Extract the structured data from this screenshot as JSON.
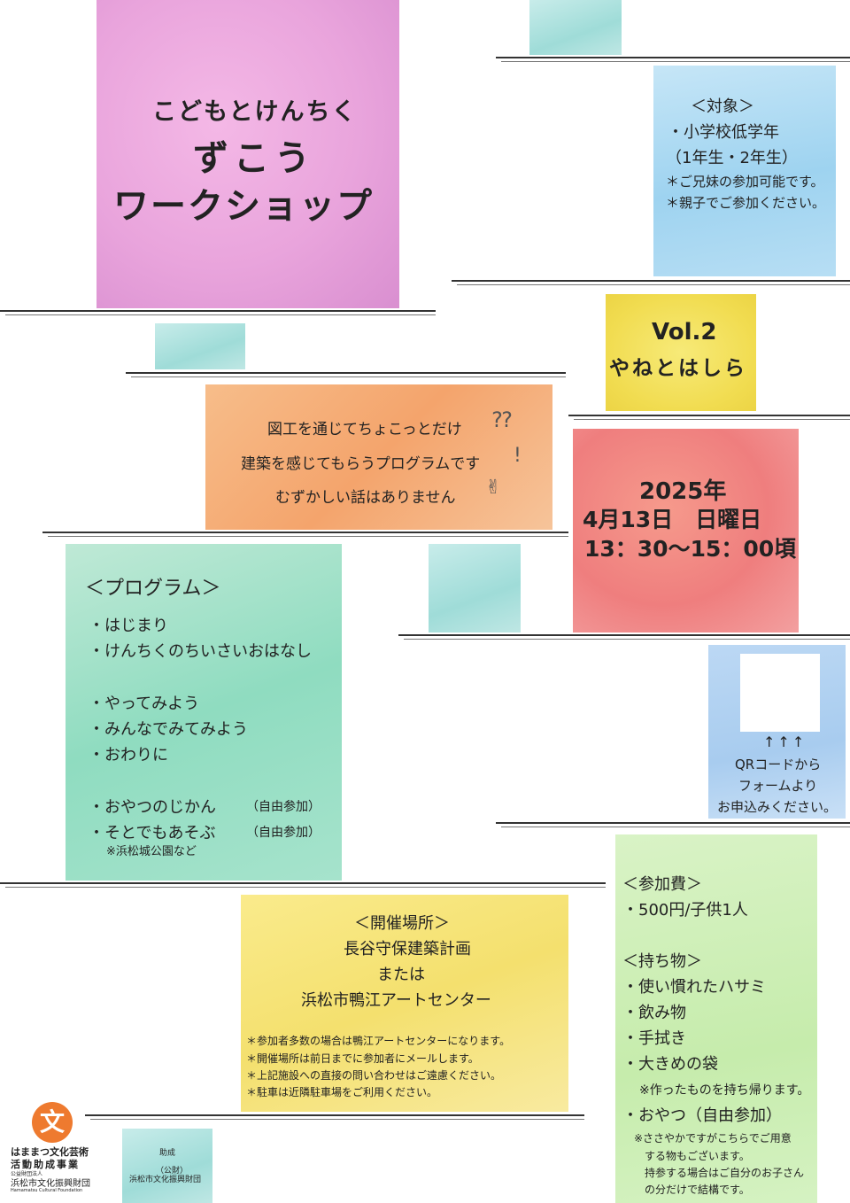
{
  "title": {
    "line1": "こどもとけんちく",
    "line2": "ずこう",
    "line3": "ワークショップ"
  },
  "target": {
    "heading": "＜対象＞",
    "line1": "・小学校低学年",
    "line2": "（1年生・2年生）",
    "note1": "＊ご兄妹の参加可能です。",
    "note2": "＊親子でご参加ください。"
  },
  "volume": {
    "label": "Vol.2",
    "subtitle": "やねとはしら"
  },
  "intro": {
    "line1": "図工を通じてちょこっとだけ",
    "line2": "建築を感じてもらうプログラムです",
    "line3": "むずかしい話はありません"
  },
  "datetime": {
    "year": "2025年",
    "date": "4月13日　日曜日",
    "time": "13：30〜15：00頃"
  },
  "program": {
    "heading": "＜プログラム＞",
    "items": [
      "・はじまり",
      "・けんちくのちいさいおはなし",
      "・やってみよう",
      "・みんなでみてみよう",
      "・おわりに",
      "・おやつのじかん",
      "・そとでもあそぶ"
    ],
    "free1": "（自由参加）",
    "free2": "（自由参加）",
    "note": "※浜松城公園など"
  },
  "qr": {
    "arrows": "↑↑↑",
    "line1": "QRコードから",
    "line2": "フォームより",
    "line3": "お申込みください。"
  },
  "venue": {
    "heading": "＜開催場所＞",
    "line1": "長谷守保建築計画",
    "line2": "または",
    "line3": "浜松市鴨江アートセンター",
    "notes": [
      "＊参加者多数の場合は鴨江アートセンターになります。",
      "＊開催場所は前日までに参加者にメールします。",
      "＊上記施設への直接の問い合わせはご遠慮ください。",
      "＊駐車は近隣駐車場をご利用ください。"
    ]
  },
  "fee": {
    "heading": "＜参加費＞",
    "value": "・500円/子供1人",
    "bring_heading": "＜持ち物＞",
    "bring": [
      "・使い慣れたハサミ",
      "・飲み物",
      "・手拭き",
      "・大きめの袋"
    ],
    "bring_note": "※作ったものを持ち帰ります。",
    "snack": "・おやつ（自由参加）",
    "snack_notes": [
      "※ささやかですがこちらでご用意",
      "　する物もございます。",
      "　持参する場合はご自分のお子さん",
      "　の分だけで結構です。"
    ]
  },
  "footer": {
    "logo_line1": "はままつ文化芸術",
    "logo_line2": "活動助成事業",
    "logo_small": "公益財団法人",
    "logo_org": "浜松市文化振興財団",
    "logo_en": "Hamamatsu Cultural Foundation",
    "support_label": "助成",
    "support_org1": "（公財）",
    "support_org2": "浜松市文化振興財団"
  },
  "colors": {
    "pink": "#e9a4dc",
    "blue": "#9ed3f0",
    "yellow": "#f1dc50",
    "orange": "#f4a46c",
    "red": "#ef7e7e",
    "green": "#8fdcc0",
    "lightgreen": "#c6ecac",
    "logo_orange": "#ee7a2f"
  }
}
